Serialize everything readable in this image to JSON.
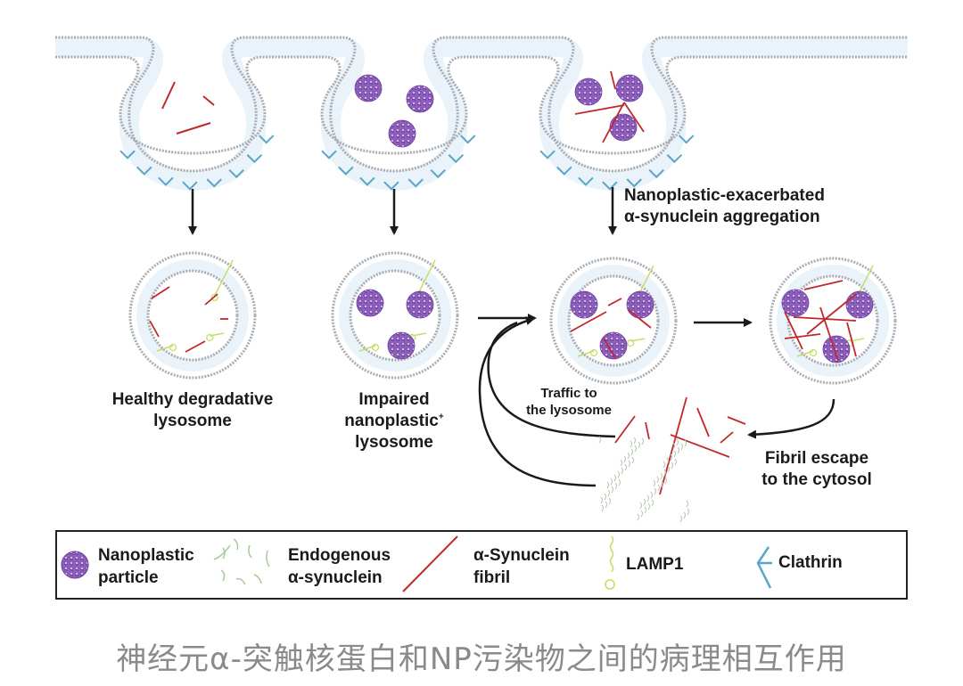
{
  "colors": {
    "membrane_fill": "#eaf3fa",
    "membrane_dots": "#a9adb3",
    "clathrin": "#5aa6c8",
    "fibril": "#c0282d",
    "nanoplastic": "#8a5bb8",
    "lamp1": "#c7dd6a",
    "arrow": "#1a1a1a",
    "caption": "#8a8a8a"
  },
  "labels": {
    "arrow3_line1": "Nanoplastic-exacerbated",
    "arrow3_line2": "α-synuclein aggregation",
    "healthy_line1": "Healthy degradative",
    "healthy_line2": "lysosome",
    "impaired_line1": "Impaired",
    "impaired_line2": "nanoplastic",
    "impaired_sup": "+",
    "impaired_line3": "lysosome",
    "traffic_line1": "Traffic to",
    "traffic_line2": "the lysosome",
    "escape_line1": "Fibril escape",
    "escape_line2": "to the cytosol"
  },
  "legend": {
    "items": [
      {
        "icon": "nanoplastic-particle-icon",
        "line1": "Nanoplastic",
        "line2": "particle"
      },
      {
        "icon": "endogenous-synuclein-icon",
        "line1": "Endogenous",
        "line2": "α-synuclein"
      },
      {
        "icon": "synuclein-fibril-icon",
        "line1": "α-Synuclein",
        "line2": "fibril"
      },
      {
        "icon": "lamp1-icon",
        "line1": "LAMP1",
        "line2": ""
      },
      {
        "icon": "clathrin-icon",
        "line1": "Clathrin",
        "line2": ""
      }
    ]
  },
  "caption": "神经元α-突触核蛋白和NP污染物之间的病理相互作用"
}
